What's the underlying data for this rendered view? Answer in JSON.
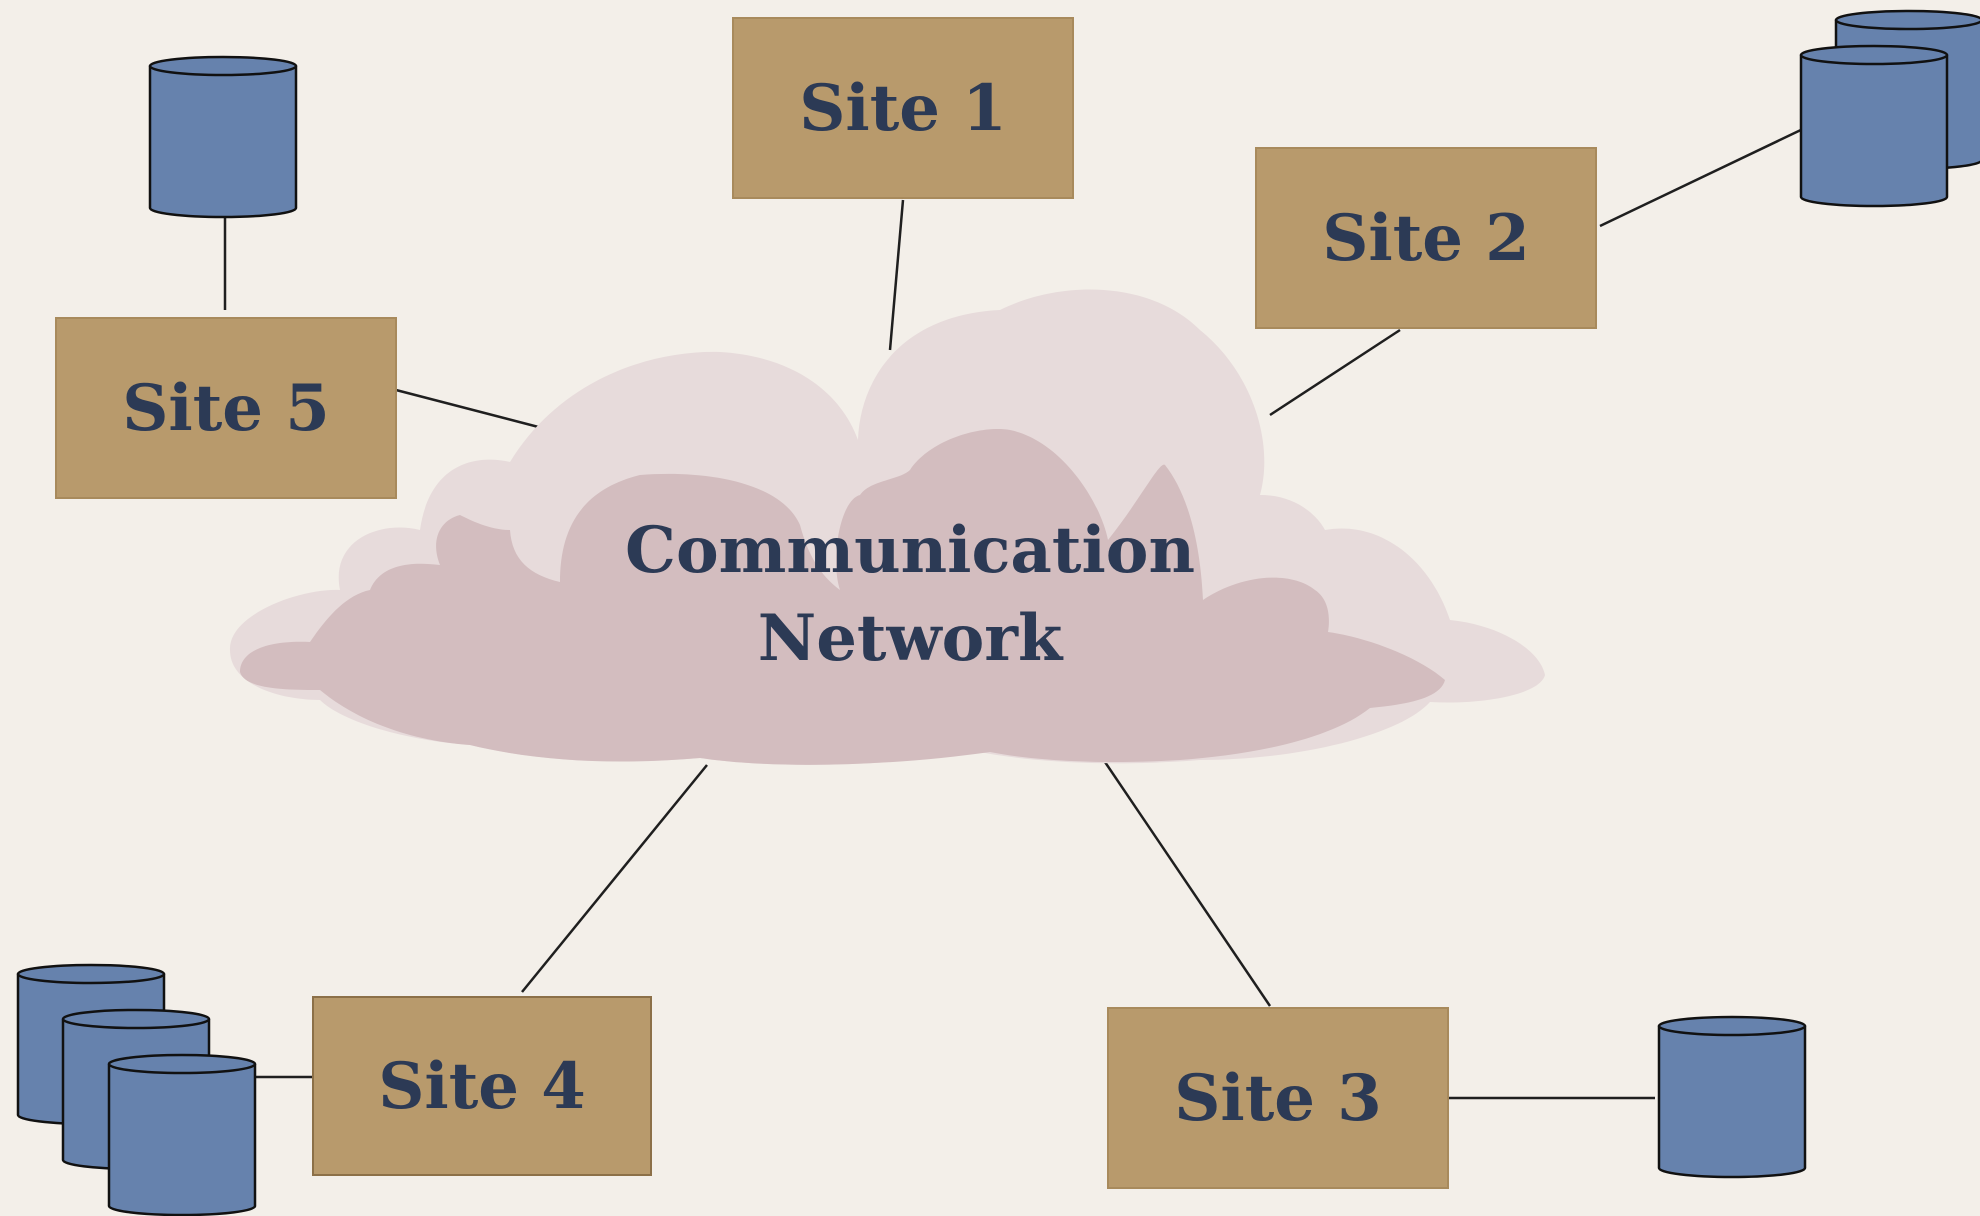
{
  "diagram": {
    "network_label_line1": "Communication",
    "network_label_line2": "Network",
    "sites": [
      {
        "label": "Site 1",
        "db_count": 0
      },
      {
        "label": "Site 2",
        "db_count": 2
      },
      {
        "label": "Site 3",
        "db_count": 1
      },
      {
        "label": "Site 4",
        "db_count": 3
      },
      {
        "label": "Site 5",
        "db_count": 1
      }
    ]
  },
  "colors": {
    "background": "#f3efe9",
    "site_box": "#b89a6c",
    "site_text": "#2c3a55",
    "database": "#6682ad",
    "cloud_light": "#e7dbdb",
    "cloud_dark": "#d3bdbf",
    "connector": "#1f1f1f"
  }
}
